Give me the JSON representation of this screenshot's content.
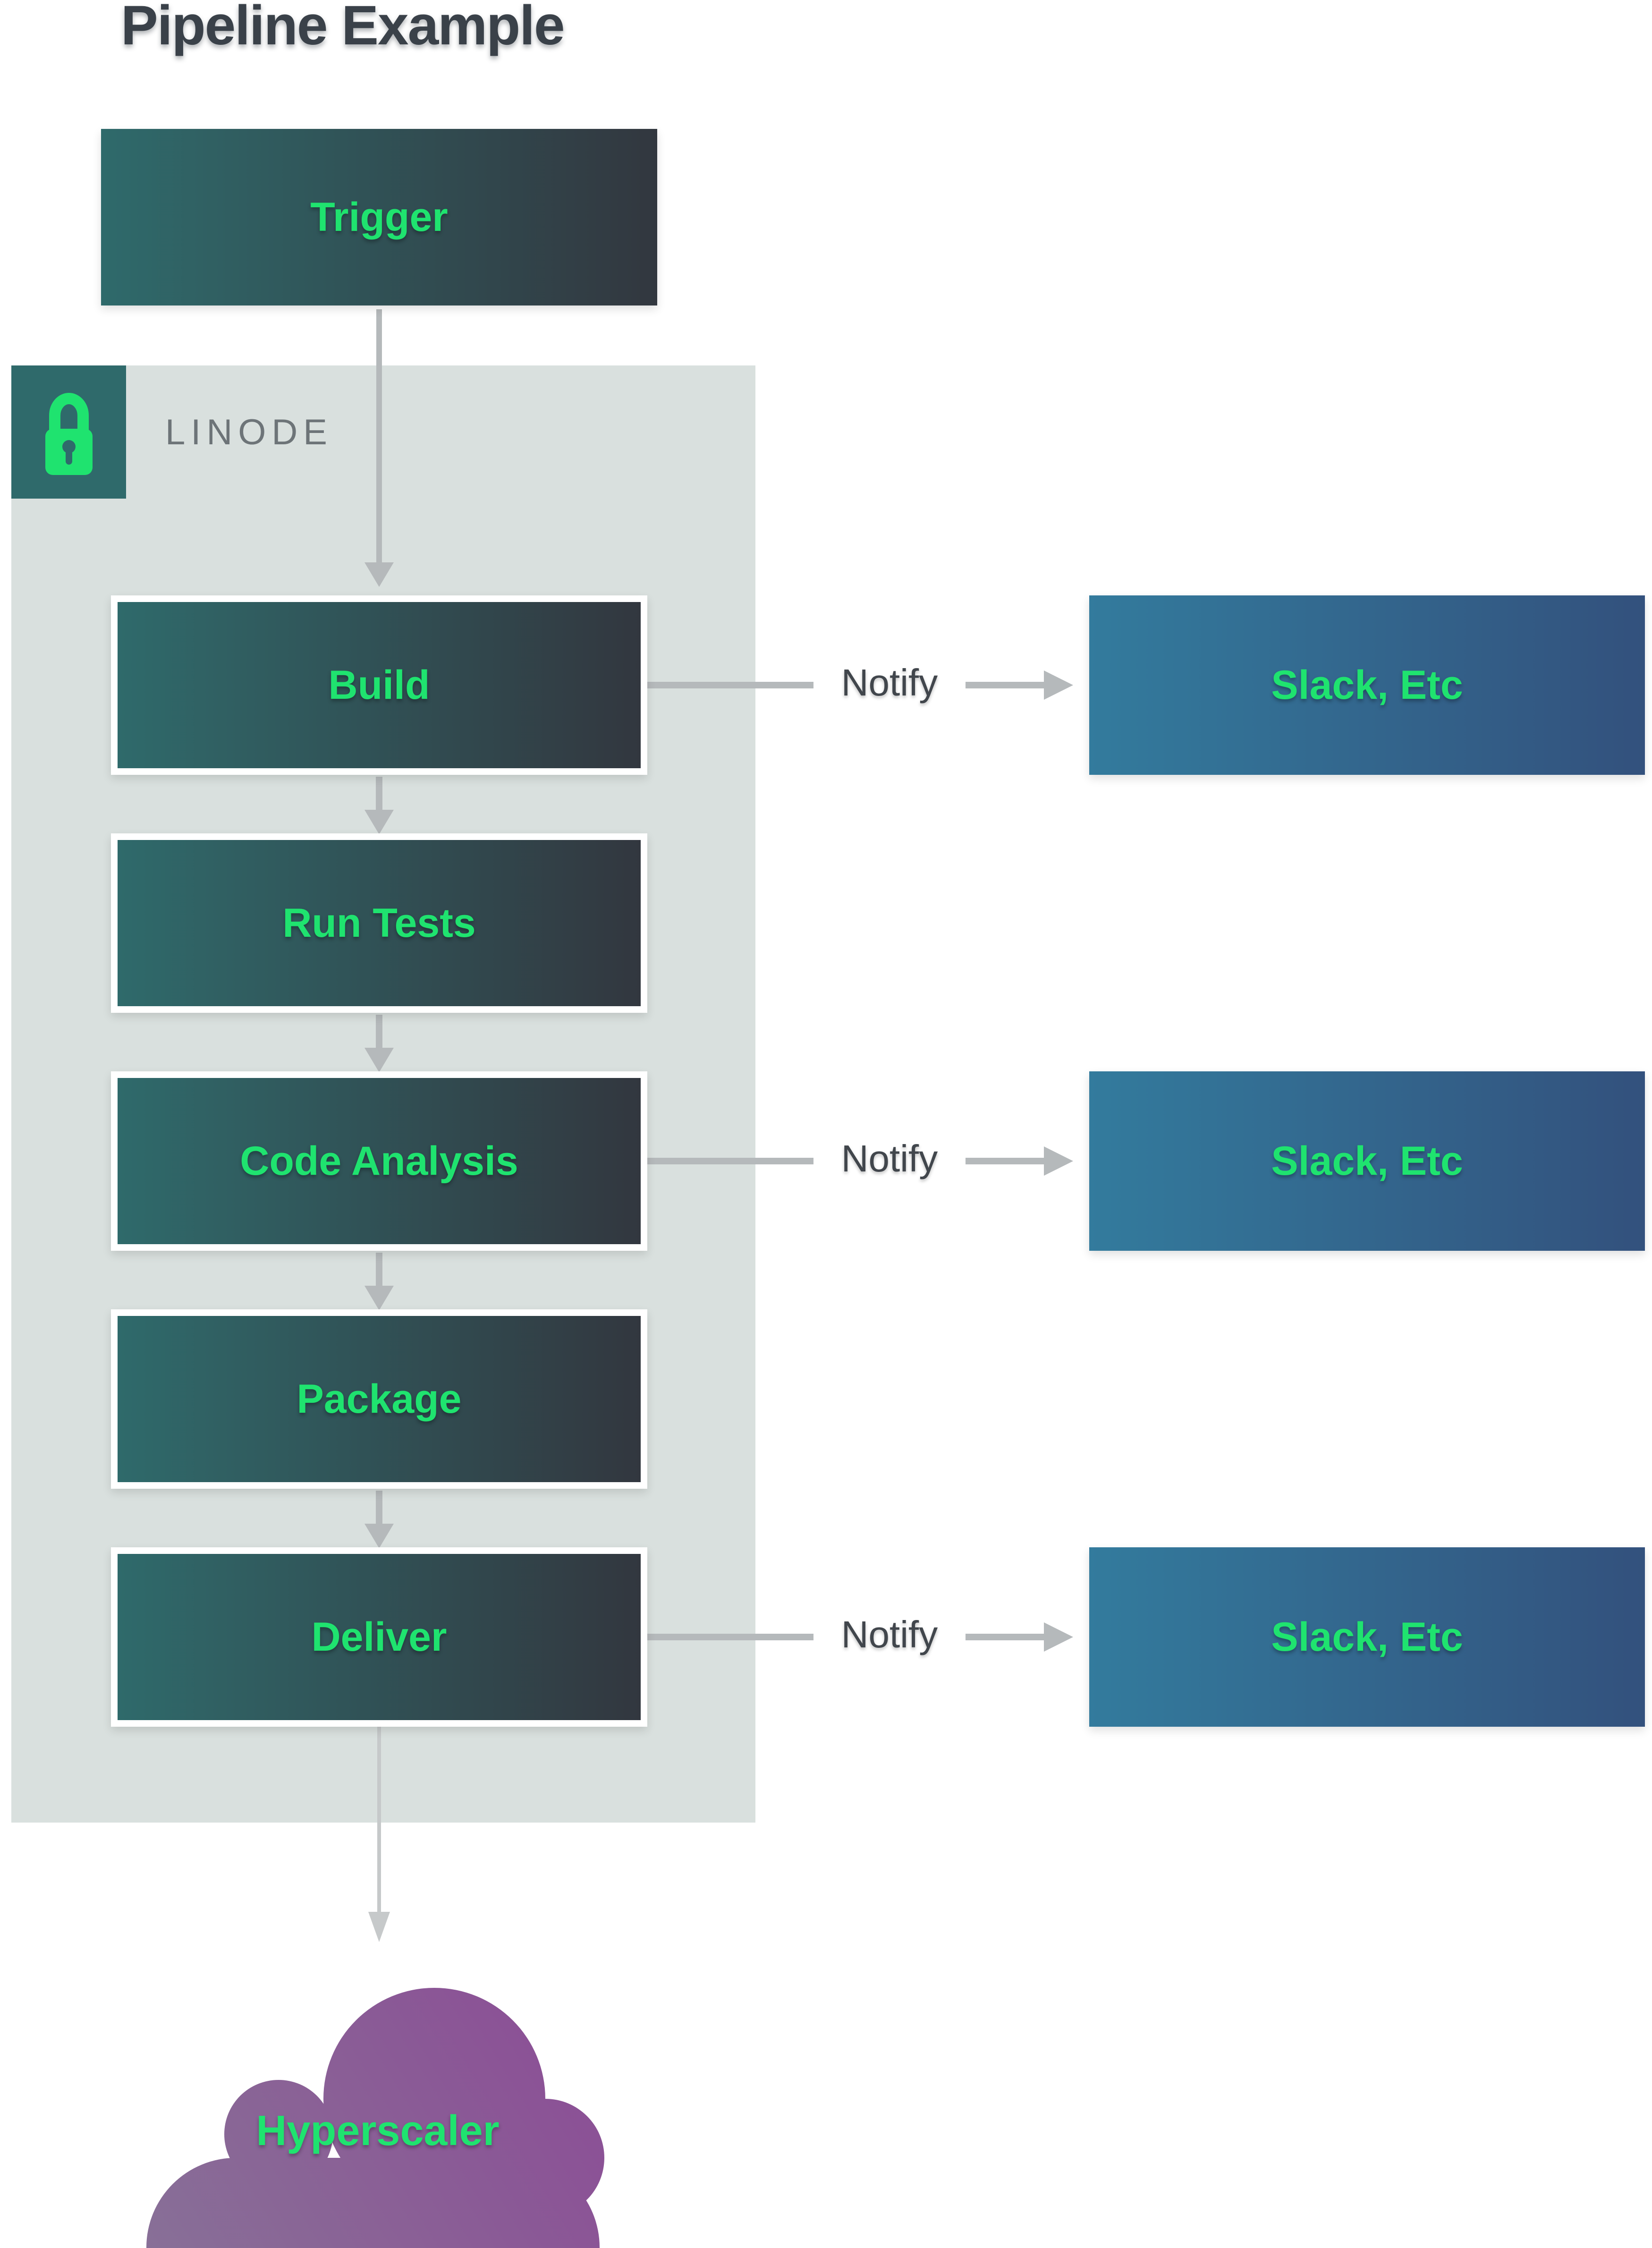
{
  "title": "Pipeline Example",
  "trigger": {
    "label": "Trigger"
  },
  "platform": {
    "label": "LINODE",
    "icon": "lock-icon"
  },
  "stages": [
    {
      "label": "Build"
    },
    {
      "label": "Run Tests"
    },
    {
      "label": "Code Analysis"
    },
    {
      "label": "Package"
    },
    {
      "label": "Deliver"
    }
  ],
  "notifications": [
    {
      "connector_label": "Notify",
      "target_label": "Slack, Etc",
      "source_stage": "Build"
    },
    {
      "connector_label": "Notify",
      "target_label": "Slack, Etc",
      "source_stage": "Code Analysis"
    },
    {
      "connector_label": "Notify",
      "target_label": "Slack, Etc",
      "source_stage": "Deliver"
    }
  ],
  "destination": {
    "label": "Hyperscaler"
  },
  "colors": {
    "accent_green": "#1fe36f",
    "stage_gradient_left": "#2f6a6b",
    "stage_gradient_right": "#32373f",
    "slack_gradient_left": "#337b9d",
    "slack_gradient_right": "#33517d",
    "container_background": "#d9e0de",
    "lock_badge_background": "#2f6a6b",
    "cloud_gradient_bottom_left": "#887097",
    "cloud_gradient_top_right": "#8c4a95",
    "arrow_gray": "#b5b9bb",
    "title_color": "#3a4149",
    "notify_text_color": "#41464c",
    "linode_text_color": "#6d7478"
  }
}
